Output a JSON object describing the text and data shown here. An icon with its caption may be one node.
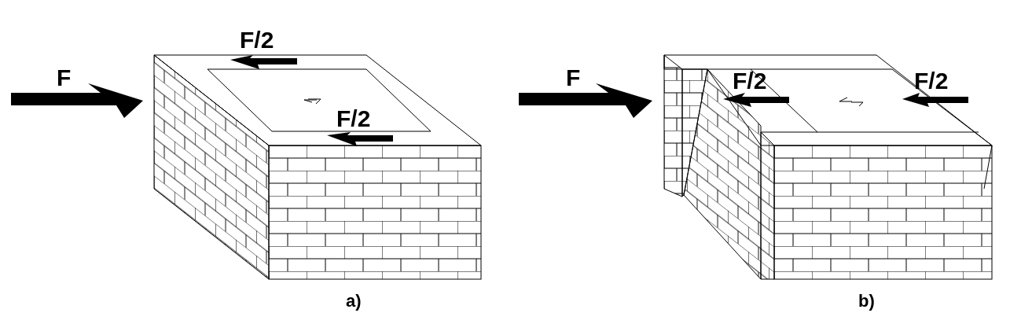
{
  "diagram": {
    "labels": [
      "F/2",
      "F",
      "F/2",
      "a)",
      "F",
      "F/2",
      "F/2",
      "b)"
    ]
  }
}
